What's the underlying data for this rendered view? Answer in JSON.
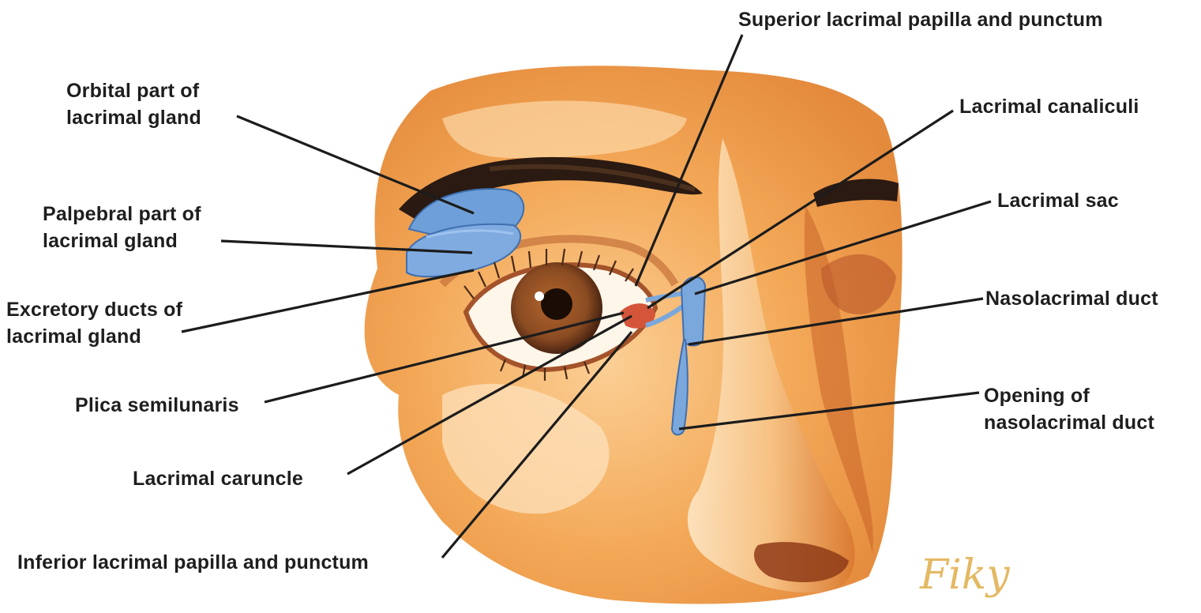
{
  "labels": {
    "superior_papilla": "Superior lacrimal papilla and punctum",
    "orbital_part": [
      "Orbital part of",
      "lacrimal gland"
    ],
    "lacrimal_canaliculi": "Lacrimal canaliculi",
    "palpebral_part": [
      "Palpebral part of",
      "lacrimal gland"
    ],
    "lacrimal_sac": "Lacrimal sac",
    "excretory_ducts": [
      "Excretory ducts of",
      "lacrimal gland"
    ],
    "nasolacrimal_duct": "Nasolacrimal duct",
    "plica": "Plica semilunaris",
    "opening_duct": [
      "Opening of",
      "nasolacrimal duct"
    ],
    "caruncle": "Lacrimal caruncle",
    "inferior_papilla": "Inferior lacrimal papilla and punctum"
  },
  "signature": "Fiky",
  "colors": {
    "skin": "#f2a04e",
    "skin_light": "#fbd6a6",
    "shadow": "#b85a2c",
    "gland": "#6f9fd8",
    "duct": "#7aa7dc",
    "iris": "#8a4b22",
    "brow": "#2a1a12",
    "leader": "#1c1c1c"
  }
}
